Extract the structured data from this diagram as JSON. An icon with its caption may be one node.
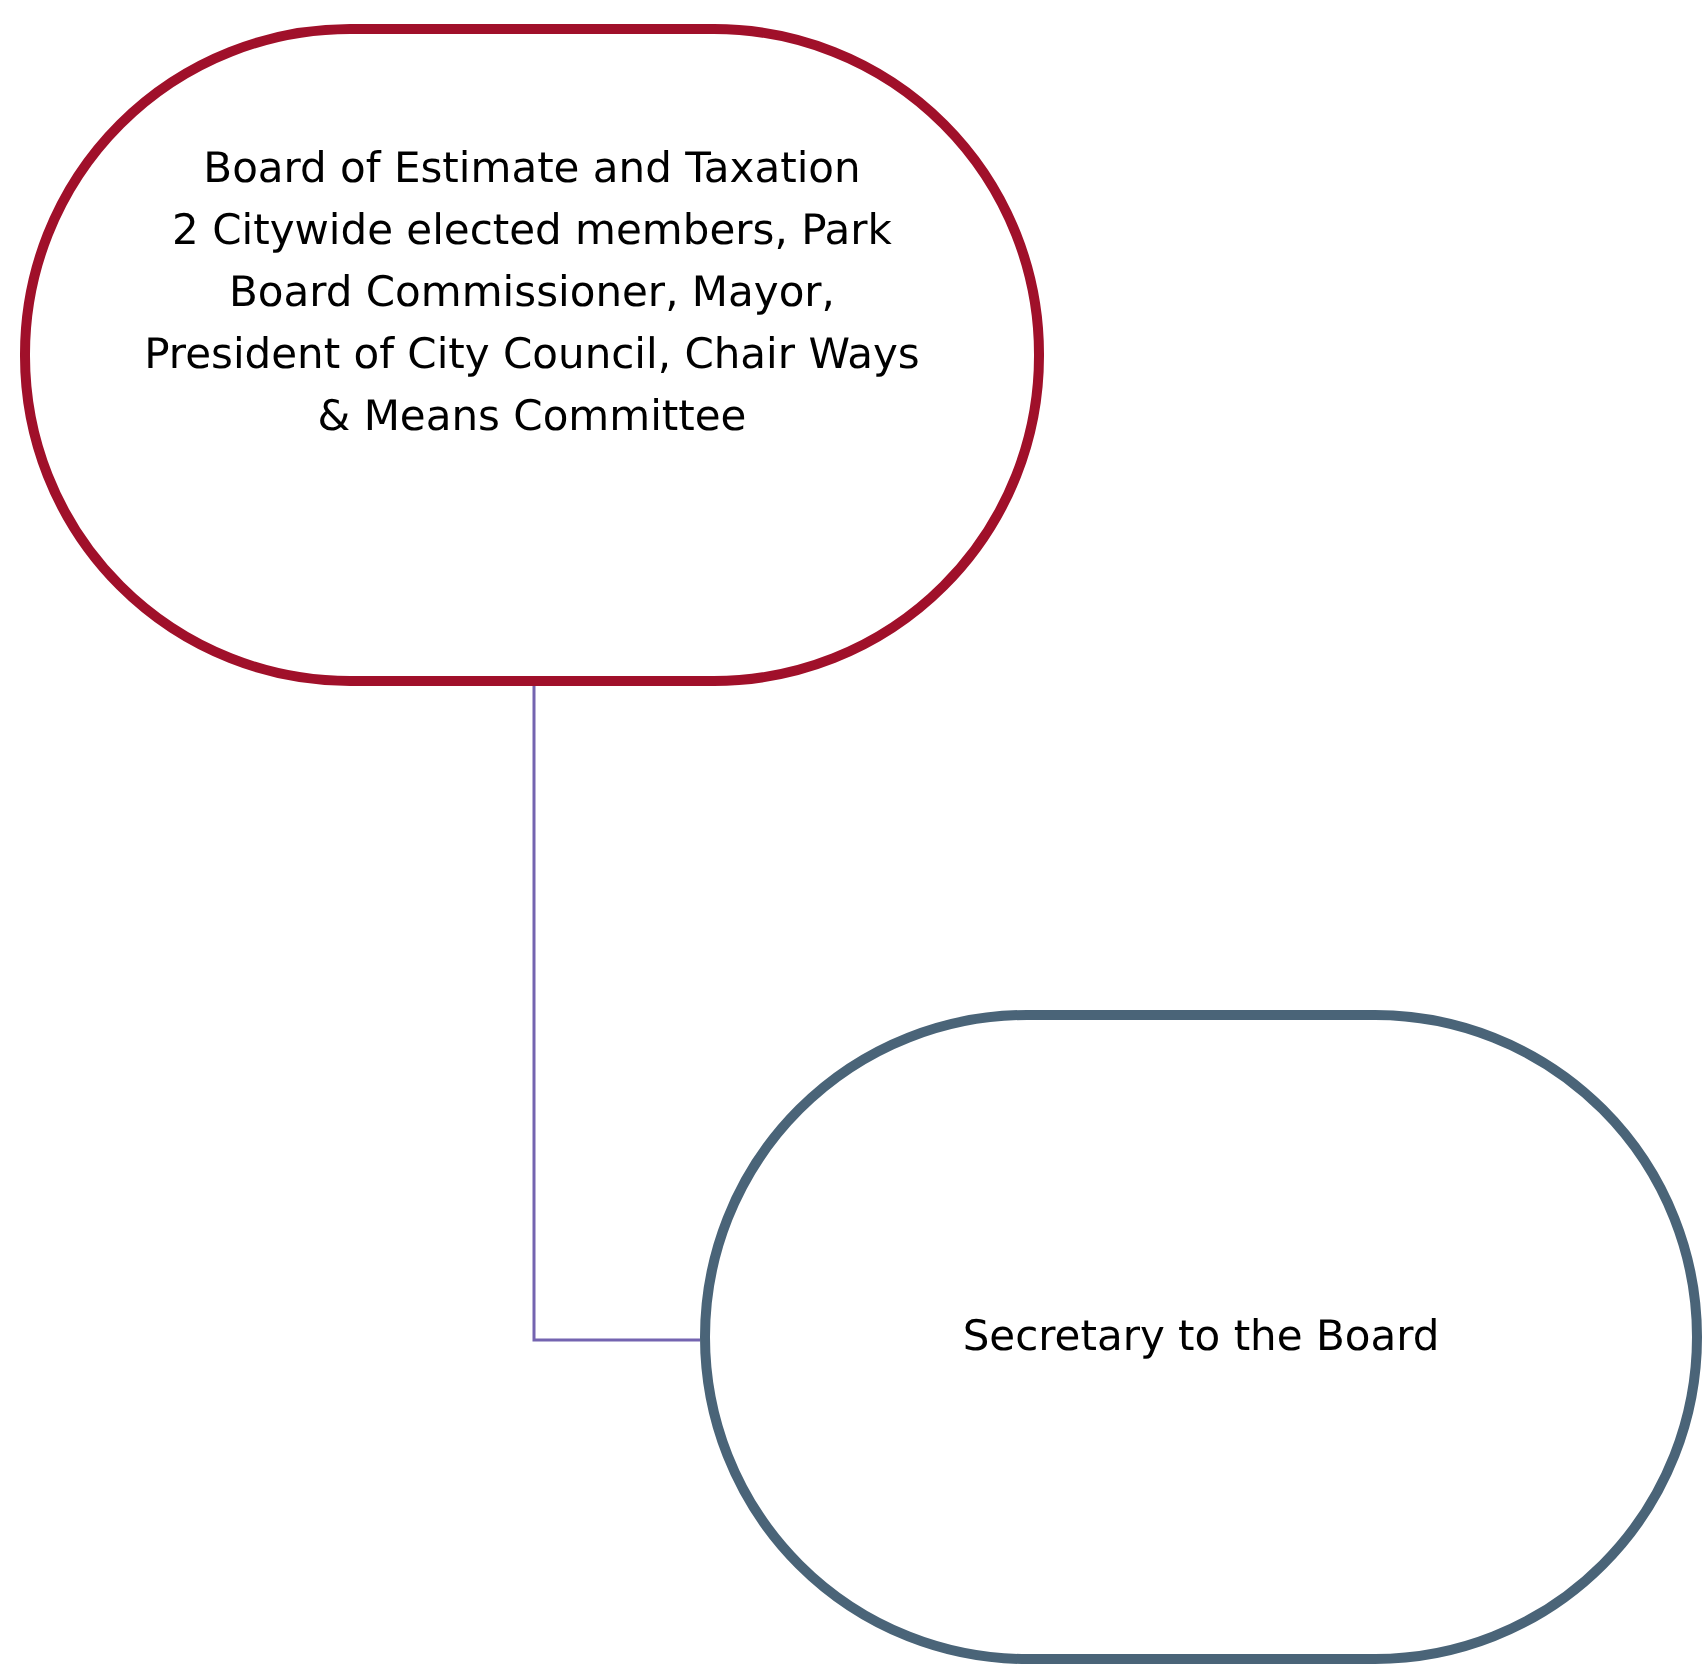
{
  "diagram": {
    "nodes": [
      {
        "text": [
          "Board of Estimate and Taxation",
          "2 Citywide elected members, Park Board Commissioner, Mayor, President of City Council, Chair Ways & Means Committee"
        ]
      },
      {
        "text": [
          "Secretary to the Board"
        ]
      }
    ],
    "edges": [
      {
        "from": 0,
        "to": 1,
        "arrow": "none",
        "color": "#7464b0"
      }
    ]
  }
}
